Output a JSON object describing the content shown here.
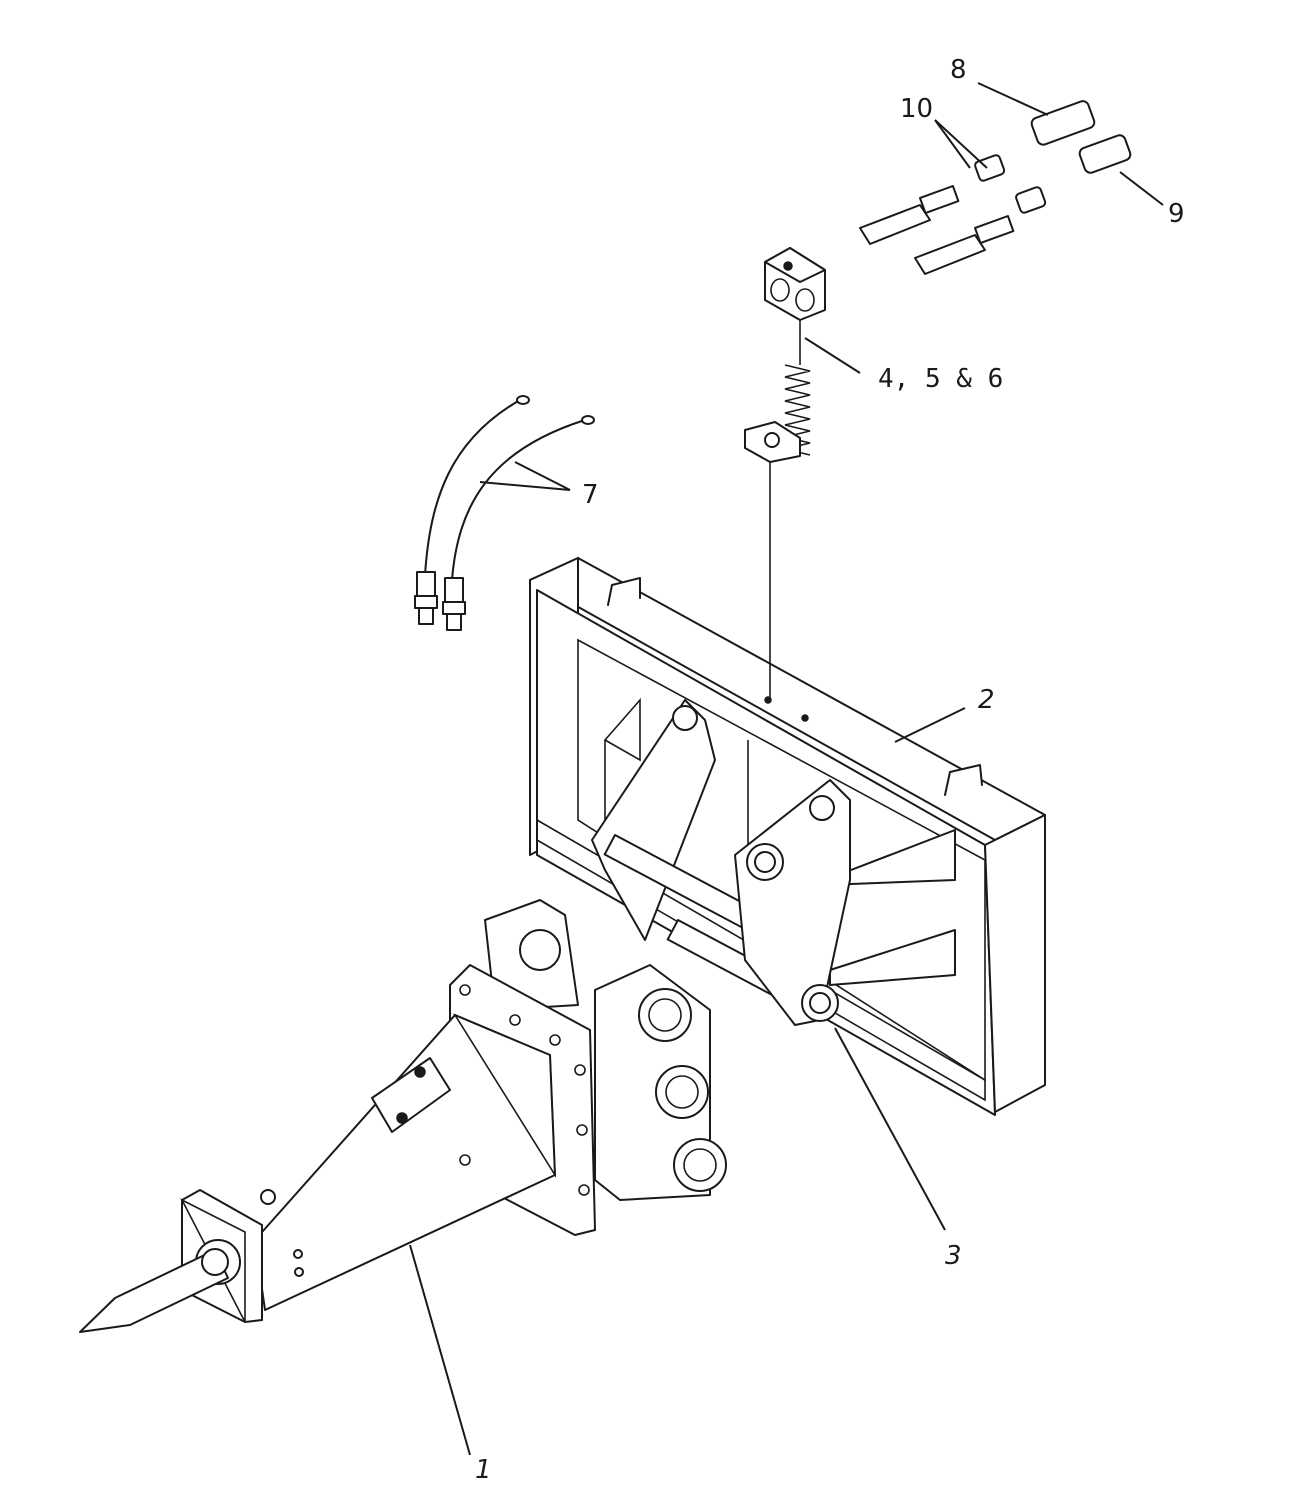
{
  "callouts": {
    "item_1": "1",
    "item_2": "2",
    "item_3": "3",
    "item_4_5_6": "4, 5 & 6",
    "item_7": "7",
    "item_8": "8",
    "item_9": "9",
    "item_10": "10"
  },
  "colors": {
    "line": "#1a1a1a",
    "background": "#ffffff"
  }
}
